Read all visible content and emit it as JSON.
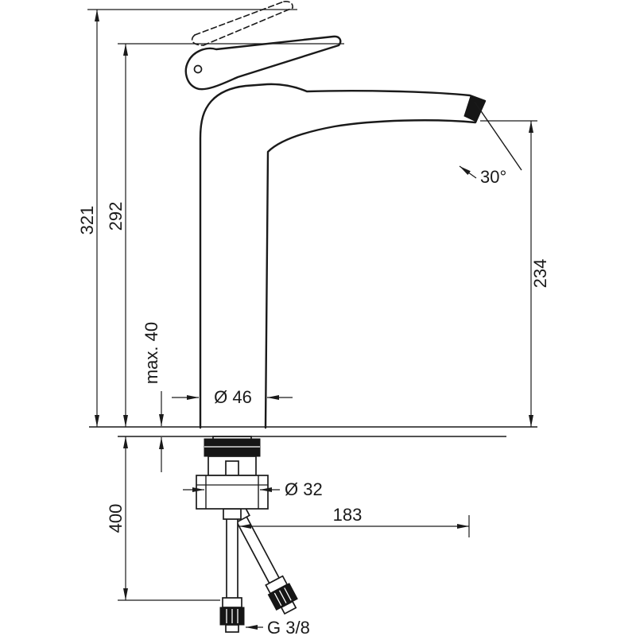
{
  "drawing": {
    "background_color": "#ffffff",
    "line_color": "#1a1a1a",
    "dimensions": {
      "overall_height": "321",
      "body_height": "292",
      "max_counter_thickness": "max. 40",
      "hose_length": "400",
      "body_diameter": "Ø 46",
      "hole_diameter": "Ø 32",
      "spout_reach": "183",
      "outlet_height": "234",
      "outlet_angle": "30°",
      "connection_thread": "G 3/8"
    }
  }
}
